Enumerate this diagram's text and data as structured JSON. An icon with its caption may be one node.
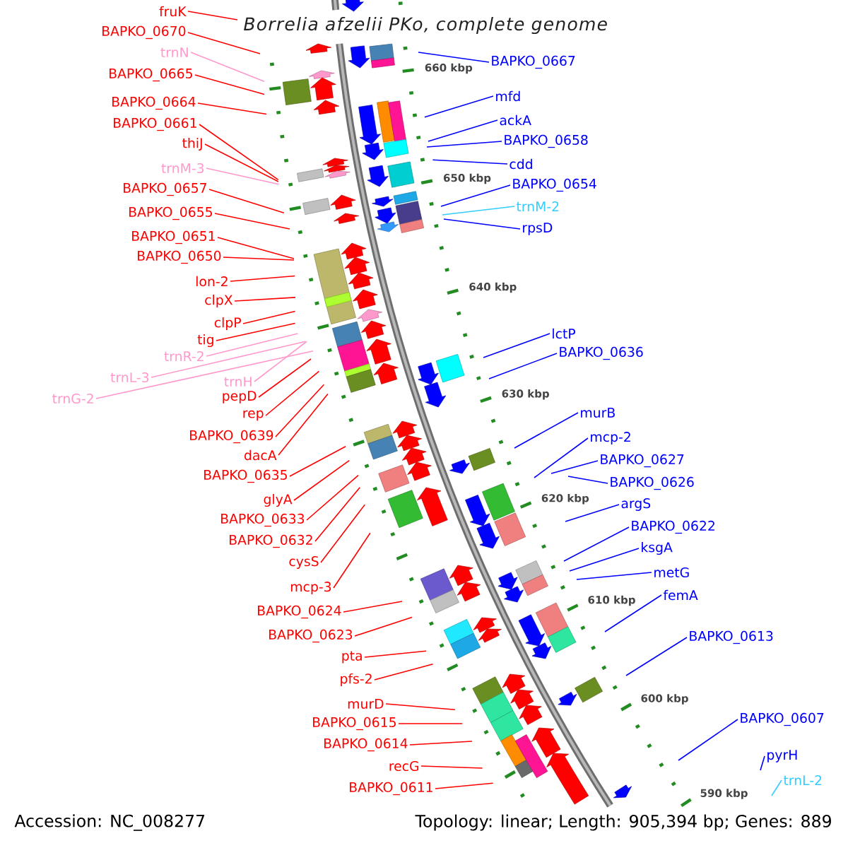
{
  "diagram": {
    "title": "Borrelia afzelii PKo, complete genome",
    "nodes": [
      {
        "text": [
          "fruK"
        ]
      },
      {
        "text": [
          "BAPKO_0670"
        ]
      },
      {
        "text": [
          "trnN"
        ]
      },
      {
        "text": [
          "BAPKO_0665"
        ]
      },
      {
        "text": [
          "BAPKO_0664"
        ]
      },
      {
        "text": [
          "BAPKO_0661"
        ]
      },
      {
        "text": [
          "thiJ"
        ]
      },
      {
        "text": [
          "trnM-3"
        ]
      },
      {
        "text": [
          "BAPKO_0657"
        ]
      },
      {
        "text": [
          "BAPKO_0655"
        ]
      },
      {
        "text": [
          "BAPKO_0651"
        ]
      },
      {
        "text": [
          "BAPKO_0650"
        ]
      },
      {
        "text": [
          "lon-2"
        ]
      },
      {
        "text": [
          "clpX"
        ]
      },
      {
        "text": [
          "clpP"
        ]
      },
      {
        "text": [
          "tig"
        ]
      },
      {
        "text": [
          "trnR-2"
        ]
      },
      {
        "text": [
          "trnL-3"
        ]
      },
      {
        "text": [
          "trnH"
        ]
      },
      {
        "text": [
          "trnG-2"
        ]
      },
      {
        "text": [
          "pepD"
        ]
      },
      {
        "text": [
          "rep"
        ]
      },
      {
        "text": [
          "BAPKO_0639"
        ]
      },
      {
        "text": [
          "dacA"
        ]
      },
      {
        "text": [
          "BAPKO_0635"
        ]
      },
      {
        "text": [
          "glyA"
        ]
      },
      {
        "text": [
          "BAPKO_0633"
        ]
      },
      {
        "text": [
          "BAPKO_0632"
        ]
      },
      {
        "text": [
          "cysS"
        ]
      },
      {
        "text": [
          "mcp-3"
        ]
      },
      {
        "text": [
          "BAPKO_0624"
        ]
      },
      {
        "text": [
          "BAPKO_0623"
        ]
      },
      {
        "text": [
          "pta"
        ]
      },
      {
        "text": [
          "pfs-2"
        ]
      },
      {
        "text": [
          "murD"
        ]
      },
      {
        "text": [
          "BAPKO_0615"
        ]
      },
      {
        "text": [
          "BAPKO_0614"
        ]
      },
      {
        "text": [
          "recG"
        ]
      },
      {
        "text": [
          "BAPKO_0611"
        ]
      },
      {
        "text": [
          "BAPKO_0667"
        ]
      },
      {
        "text": [
          "mfd"
        ]
      },
      {
        "text": [
          "ackA"
        ]
      },
      {
        "text": [
          "BAPKO_0658"
        ]
      },
      {
        "text": [
          "cdd"
        ]
      },
      {
        "text": [
          "BAPKO_0654"
        ]
      },
      {
        "text": [
          "trnM-2"
        ]
      },
      {
        "text": [
          "rpsD"
        ]
      },
      {
        "text": [
          "lctP"
        ]
      },
      {
        "text": [
          "BAPKO_0636"
        ]
      },
      {
        "text": [
          "murB"
        ]
      },
      {
        "text": [
          "mcp-2"
        ]
      },
      {
        "text": [
          "BAPKO_0627"
        ]
      },
      {
        "text": [
          "BAPKO_0626"
        ]
      },
      {
        "text": [
          "argS"
        ]
      },
      {
        "text": [
          "BAPKO_0622"
        ]
      },
      {
        "text": [
          "ksgA"
        ]
      },
      {
        "text": [
          "metG"
        ]
      },
      {
        "text": [
          "femA"
        ]
      },
      {
        "text": [
          "BAPKO_0613"
        ]
      },
      {
        "text": [
          "BAPKO_0607"
        ]
      },
      {
        "text": [
          "pyrH"
        ]
      },
      {
        "text": [
          "trnL-2"
        ]
      }
    ],
    "edges": [
      {
        "from": 0,
        "to": null,
        "arrow": "none"
      },
      {
        "from": 1,
        "to": null,
        "arrow": "none"
      },
      {
        "from": 2,
        "to": null,
        "arrow": "none",
        "color": "#ff99cc"
      },
      {
        "from": 3,
        "to": null,
        "arrow": "none"
      },
      {
        "from": 4,
        "to": null,
        "arrow": "none"
      },
      {
        "from": 5,
        "to": null,
        "arrow": "none"
      },
      {
        "from": 6,
        "to": null,
        "arrow": "none"
      },
      {
        "from": 7,
        "to": null,
        "arrow": "none",
        "color": "#ff99cc"
      },
      {
        "from": 8,
        "to": null,
        "arrow": "none"
      },
      {
        "from": 9,
        "to": null,
        "arrow": "none"
      },
      {
        "from": 10,
        "to": null,
        "arrow": "none"
      },
      {
        "from": 11,
        "to": null,
        "arrow": "none"
      },
      {
        "from": 12,
        "to": null,
        "arrow": "none"
      },
      {
        "from": 13,
        "to": null,
        "arrow": "none"
      },
      {
        "from": 14,
        "to": null,
        "arrow": "none"
      },
      {
        "from": 15,
        "to": null,
        "arrow": "none"
      },
      {
        "from": 16,
        "to": null,
        "arrow": "none",
        "color": "#ff99cc"
      },
      {
        "from": 17,
        "to": null,
        "arrow": "none",
        "color": "#ff99cc"
      },
      {
        "from": 18,
        "to": null,
        "arrow": "none",
        "color": "#ff99cc"
      },
      {
        "from": 19,
        "to": null,
        "arrow": "none",
        "color": "#ff99cc"
      },
      {
        "from": 20,
        "to": null,
        "arrow": "none"
      },
      {
        "from": 21,
        "to": null,
        "arrow": "none"
      },
      {
        "from": 22,
        "to": null,
        "arrow": "none"
      },
      {
        "from": 23,
        "to": null,
        "arrow": "none"
      },
      {
        "from": 24,
        "to": null,
        "arrow": "none"
      },
      {
        "from": 25,
        "to": null,
        "arrow": "none"
      },
      {
        "from": 26,
        "to": null,
        "arrow": "none"
      },
      {
        "from": 27,
        "to": null,
        "arrow": "none"
      },
      {
        "from": 28,
        "to": null,
        "arrow": "none"
      },
      {
        "from": 29,
        "to": null,
        "arrow": "none"
      },
      {
        "from": 30,
        "to": null,
        "arrow": "none"
      },
      {
        "from": 31,
        "to": null,
        "arrow": "none"
      },
      {
        "from": 32,
        "to": null,
        "arrow": "none"
      },
      {
        "from": 33,
        "to": null,
        "arrow": "none"
      },
      {
        "from": 34,
        "to": null,
        "arrow": "none"
      },
      {
        "from": 35,
        "to": null,
        "arrow": "none"
      },
      {
        "from": 36,
        "to": null,
        "arrow": "none"
      },
      {
        "from": 37,
        "to": null,
        "arrow": "none"
      },
      {
        "from": 38,
        "to": null,
        "arrow": "none"
      },
      {
        "from": 39,
        "to": null,
        "arrow": "none",
        "color": "#0000ff"
      },
      {
        "from": 40,
        "to": null,
        "arrow": "none",
        "color": "#0000ff"
      },
      {
        "from": 41,
        "to": null,
        "arrow": "none",
        "color": "#0000ff"
      },
      {
        "from": 42,
        "to": null,
        "arrow": "none",
        "color": "#0000ff"
      },
      {
        "from": 43,
        "to": null,
        "arrow": "none",
        "color": "#0000ff"
      },
      {
        "from": 44,
        "to": null,
        "arrow": "none",
        "color": "#0000ff"
      },
      {
        "from": 45,
        "to": null,
        "arrow": "none",
        "color": "#33ccff"
      },
      {
        "from": 46,
        "to": null,
        "arrow": "none",
        "color": "#0000ff"
      },
      {
        "from": 47,
        "to": null,
        "arrow": "none",
        "color": "#0000ff"
      },
      {
        "from": 48,
        "to": null,
        "arrow": "none",
        "color": "#0000ff"
      },
      {
        "from": 49,
        "to": null,
        "arrow": "none",
        "color": "#0000ff"
      },
      {
        "from": 50,
        "to": null,
        "arrow": "none",
        "color": "#0000ff"
      },
      {
        "from": 51,
        "to": null,
        "arrow": "none",
        "color": "#0000ff"
      },
      {
        "from": 52,
        "to": null,
        "arrow": "none",
        "color": "#0000ff"
      },
      {
        "from": 53,
        "to": null,
        "arrow": "none",
        "color": "#0000ff"
      },
      {
        "from": 54,
        "to": null,
        "arrow": "none",
        "color": "#0000ff"
      },
      {
        "from": 55,
        "to": null,
        "arrow": "none",
        "color": "#0000ff"
      },
      {
        "from": 56,
        "to": null,
        "arrow": "none",
        "color": "#0000ff"
      },
      {
        "from": 57,
        "to": null,
        "arrow": "none",
        "color": "#0000ff"
      },
      {
        "from": 58,
        "to": null,
        "arrow": "none",
        "color": "#0000ff"
      },
      {
        "from": 59,
        "to": null,
        "arrow": "none",
        "color": "#0000ff"
      },
      {
        "from": 60,
        "to": null,
        "arrow": "none",
        "color": "#0000ff"
      },
      {
        "from": 61,
        "to": null,
        "arrow": "none",
        "color": "#33ccff"
      }
    ],
    "labels": [
      "660 kbp",
      "650 kbp",
      "640 kbp",
      "630 kbp",
      "620 kbp",
      "610 kbp",
      "600 kbp",
      "590 kbp",
      "Accession: NC_008277",
      "Topology: linear; Length: 905,394 bp; Genes: 889"
    ]
  }
}
